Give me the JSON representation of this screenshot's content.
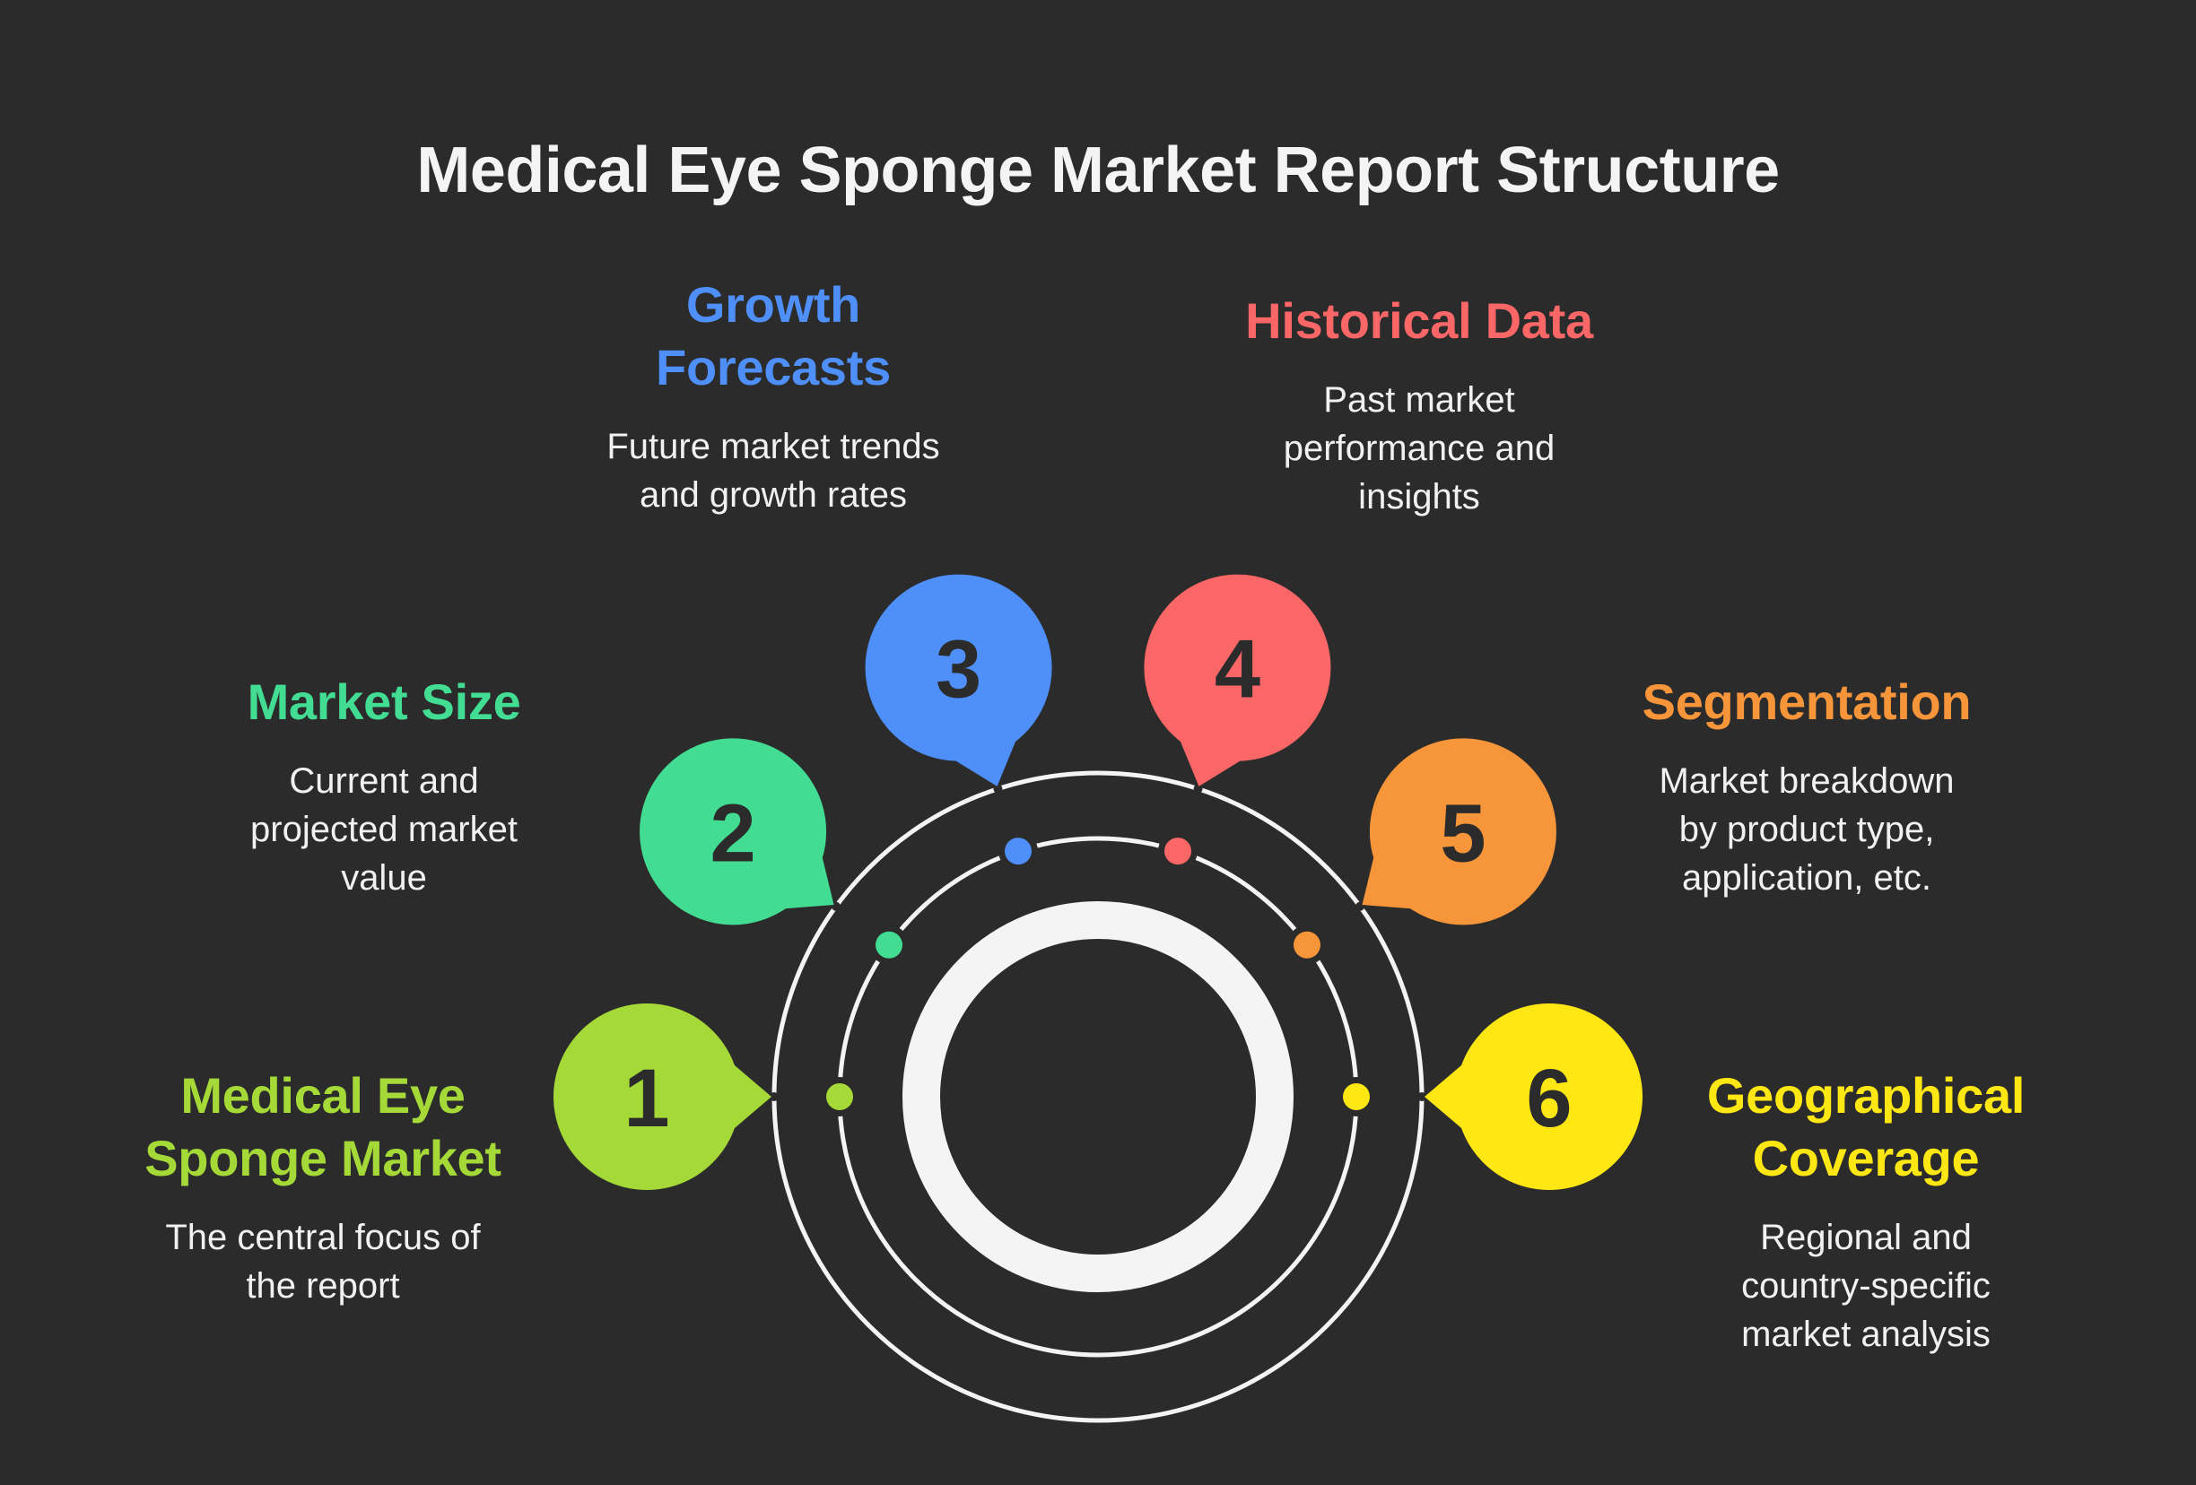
{
  "title": "Medical Eye Sponge Market Report Structure",
  "palette": {
    "background": "#2b2b2b",
    "ring": "#f4f4f4",
    "number_text": "#2b2b2b"
  },
  "items": [
    {
      "number": "1",
      "heading": "Medical Eye\nSponge Market",
      "description": "The central focus of\nthe report",
      "color": "#a4d937"
    },
    {
      "number": "2",
      "heading": "Market Size",
      "description": "Current and\nprojected market\nvalue",
      "color": "#43dc93"
    },
    {
      "number": "3",
      "heading": "Growth\nForecasts",
      "description": "Future market trends\nand growth rates",
      "color": "#4e8ffa"
    },
    {
      "number": "4",
      "heading": "Historical Data",
      "description": "Past market\nperformance and\ninsights",
      "color": "#fb6767"
    },
    {
      "number": "5",
      "heading": "Segmentation",
      "description": "Market breakdown\nby product type,\napplication, etc.",
      "color": "#f7953a"
    },
    {
      "number": "6",
      "heading": "Geographical\nCoverage",
      "description": "Regional and\ncountry-specific\nmarket analysis",
      "color": "#ffe713"
    }
  ]
}
